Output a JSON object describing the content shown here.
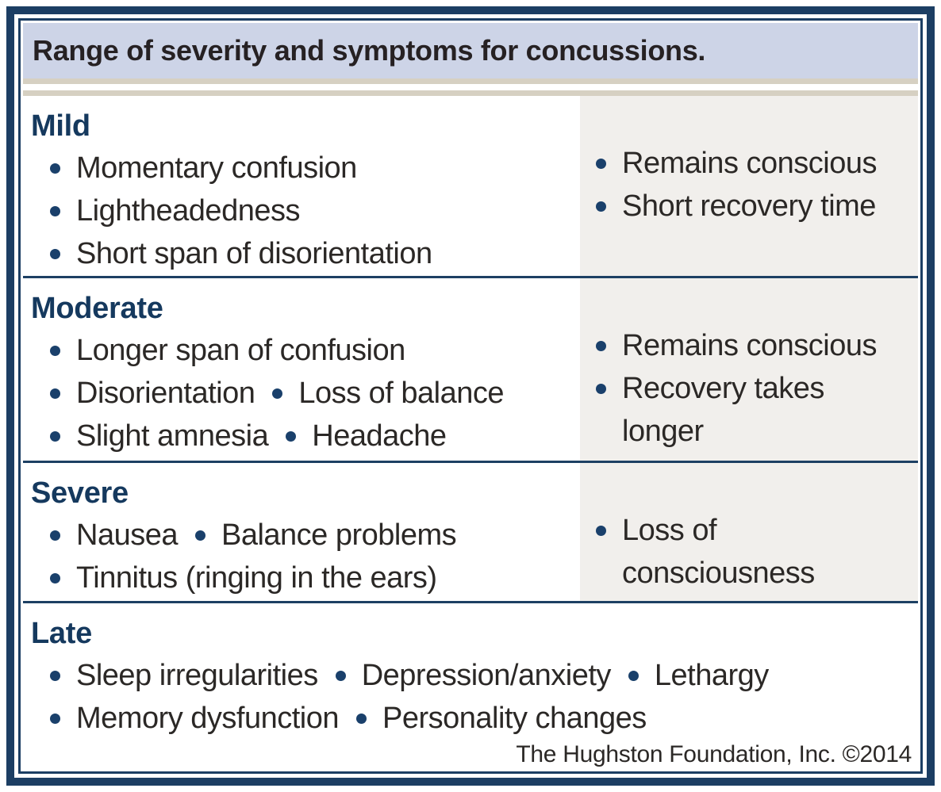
{
  "title": "Range of severity and symptoms for concussions.",
  "colors": {
    "frame_navy": "#1c3e63",
    "header_background": "#cdd4e7",
    "shaded_column": "#f1efec",
    "rule_beige": "#d6d0c2",
    "heading_navy": "#15395e",
    "bullet_navy": "#1a406b",
    "body_text": "#2b2826"
  },
  "sections": [
    {
      "heading": "Mild",
      "left_lines": [
        [
          "Momentary confusion"
        ],
        [
          "Lightheadedness"
        ],
        [
          "Short span of disorientation"
        ]
      ],
      "right_items": [
        "Remains conscious",
        "Short recovery time"
      ]
    },
    {
      "heading": "Moderate",
      "left_lines": [
        [
          "Longer span of confusion"
        ],
        [
          "Disorientation",
          "Loss of balance"
        ],
        [
          "Slight amnesia",
          "Headache"
        ]
      ],
      "right_items": [
        "Remains conscious",
        "Recovery takes longer"
      ]
    },
    {
      "heading": "Severe",
      "left_lines": [
        [
          "Nausea",
          "Balance problems"
        ],
        [
          "Tinnitus (ringing in the ears)"
        ]
      ],
      "right_items": [
        "Loss of consciousness"
      ]
    },
    {
      "heading": "Late",
      "left_lines": [
        [
          "Sleep irregularities",
          "Depression/anxiety",
          "Lethargy"
        ],
        [
          "Memory dysfunction",
          "Personality changes"
        ]
      ],
      "right_items": []
    }
  ],
  "footer": {
    "credit": "The Hughston Foundation, Inc. ©2014"
  }
}
